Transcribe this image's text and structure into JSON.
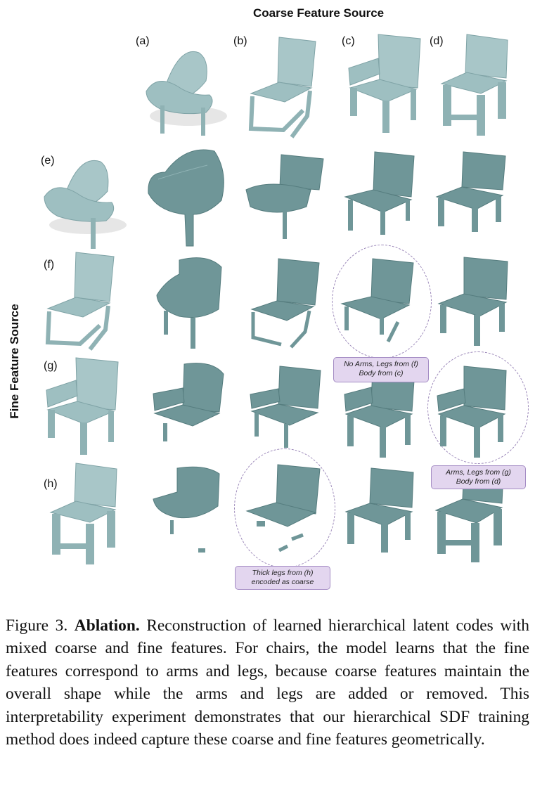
{
  "figure": {
    "coarse_title": "Coarse Feature Source",
    "fine_title": "Fine Feature Source",
    "column_labels": [
      "(a)",
      "(b)",
      "(c)",
      "(d)"
    ],
    "row_labels": [
      "(e)",
      "(f)",
      "(g)",
      "(h)"
    ],
    "annotations": [
      {
        "line1": "No Arms, Legs from (f)",
        "line2": "Body from (c)"
      },
      {
        "line1": "Arms, Legs from (g)",
        "line2": "Body from (d)"
      },
      {
        "line1": "Thick legs from (h)",
        "line2": "encoded as coarse"
      }
    ],
    "colors": {
      "shape": "#9ebfc1",
      "reconstruction": "#6f9698",
      "annotation_bg": "#e3d6ef",
      "annotation_border": "#a48cc4"
    }
  },
  "caption": {
    "figure_number": "Figure 3.",
    "bold": "Ablation.",
    "text": "Reconstruction of learned hierarchical latent codes with mixed coarse and fine features. For chairs, the model learns that the fine features correspond to arms and legs, because coarse features maintain the overall shape while the arms and legs are added or removed. This interpretability experiment demonstrates that our hierarchical SDF training method does indeed capture these coarse and fine features geometrically."
  }
}
